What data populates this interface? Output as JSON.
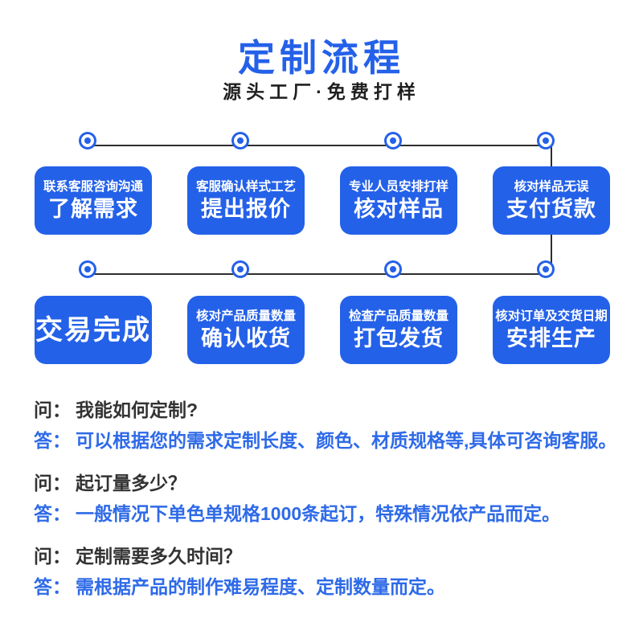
{
  "colors": {
    "primary_blue": "#2461e9",
    "answer_blue": "#2e6ae8",
    "question_text": "#333333",
    "connector_line": "#2e2e2e"
  },
  "header": {
    "title": "定制流程",
    "subtitle": "源头工厂·免费打样"
  },
  "flow": {
    "rows": [
      {
        "steps": [
          {
            "sub": "联系客服咨询沟通",
            "main": "了解需求"
          },
          {
            "sub": "客服确认样式工艺",
            "main": "提出报价"
          },
          {
            "sub": "专业人员安排打样",
            "main": "核对样品"
          },
          {
            "sub": "核对样品无误",
            "main": "支付货款"
          }
        ]
      },
      {
        "steps": [
          {
            "sub": "",
            "main": "交易完成"
          },
          {
            "sub": "核对产品质量数量",
            "main": "确认收货"
          },
          {
            "sub": "检查产品质量数量",
            "main": "打包发货"
          },
          {
            "sub": "核对订单及交货日期",
            "main": "安排生产"
          }
        ]
      }
    ]
  },
  "faq": {
    "q_prefix": "问：",
    "a_prefix": "答：",
    "items": [
      {
        "question": "我能如何定制?",
        "answer": "可以根据您的需求定制长度、颜色、材质规格等,具体可咨询客服。"
      },
      {
        "question": "起订量多少？",
        "answer": "一般情况下单色单规格1000条起订，特殊情况依产品而定。"
      },
      {
        "question": "定制需要多久时间？",
        "answer": "需根据产品的制作难易程度、定制数量而定。"
      }
    ]
  }
}
